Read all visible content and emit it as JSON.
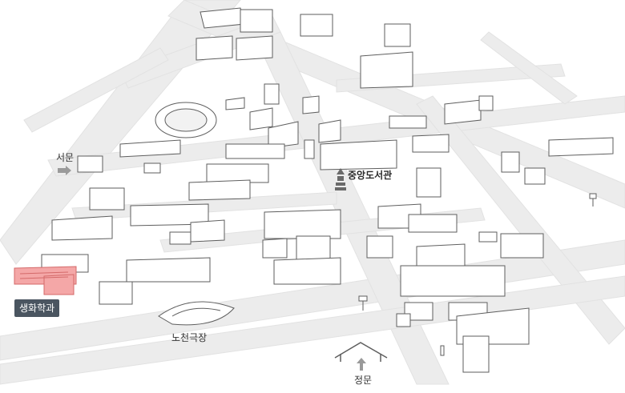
{
  "map": {
    "labels": {
      "west_gate": "서문",
      "main_library": "중앙도서관",
      "outdoor_theater": "노천극장",
      "main_gate": "정문"
    },
    "highlight": {
      "label": "생화학과",
      "color": "#f4a7a7"
    },
    "colors": {
      "road": "#ededed",
      "building": "#ffffff",
      "outline": "#6a6a6a",
      "badge": "#4a5560"
    },
    "icons": [
      "arrow-right-icon",
      "arrow-up-icon",
      "library-marker-icon"
    ]
  }
}
